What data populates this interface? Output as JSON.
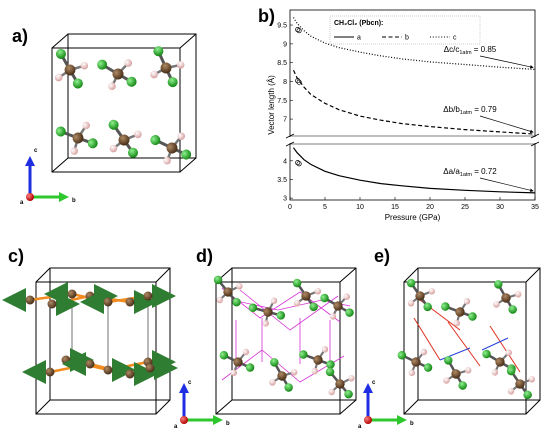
{
  "panels": {
    "a": "a)",
    "b": "b)",
    "c": "c)",
    "d": "d)",
    "e": "e)"
  },
  "axis_letters": {
    "a": "a",
    "b": "b",
    "c": "c"
  },
  "colors": {
    "carbon": "#6b4a2e",
    "chlorine": "#2bb52b",
    "hydrogen": "#f2c9c9",
    "orange_bond": "#f28c1e",
    "magenta_contact": "#d633d6",
    "red_contact": "#e0301e",
    "blue_contact": "#2640d9",
    "arrow_green": "#2e7d32",
    "axis_a": "#e01e1e",
    "axis_b": "#2ec82e",
    "axis_c": "#1e2ee0"
  },
  "chart_data": {
    "type": "line",
    "title": "",
    "legend_title": "CH₂Cl₂ (Pbcn):",
    "legend_placement": "top-left",
    "xlabel": "Pressure (GPa)",
    "ylabel": "Vector length (Å)",
    "xlim": [
      0,
      35
    ],
    "xticks": [
      "0",
      "5",
      "10",
      "15",
      "20",
      "25",
      "30",
      "35"
    ],
    "yticks_upper": [
      "7",
      "7.5",
      "8",
      "8.5",
      "9",
      "9.5"
    ],
    "yticks_lower": [
      "3",
      "3.5",
      "4"
    ],
    "series": [
      {
        "name": "a",
        "style": "solid",
        "x": [
          0.5,
          1,
          2,
          3,
          5,
          7,
          10,
          13,
          16,
          20,
          25,
          30,
          35
        ],
        "y": [
          4.35,
          4.22,
          4.03,
          3.9,
          3.72,
          3.6,
          3.48,
          3.39,
          3.33,
          3.26,
          3.21,
          3.17,
          3.14
        ]
      },
      {
        "name": "b",
        "style": "dashed",
        "x": [
          0.5,
          1,
          2,
          3,
          5,
          7,
          10,
          13,
          16,
          20,
          25,
          30,
          35
        ],
        "y": [
          8.3,
          8.1,
          7.85,
          7.65,
          7.42,
          7.25,
          7.08,
          6.97,
          6.88,
          6.8,
          6.72,
          6.66,
          6.6
        ]
      },
      {
        "name": "c",
        "style": "dotted",
        "x": [
          0.5,
          1,
          2,
          3,
          5,
          7,
          10,
          13,
          16,
          20,
          25,
          30,
          35
        ],
        "y": [
          9.7,
          9.55,
          9.35,
          9.2,
          9.02,
          8.9,
          8.78,
          8.68,
          8.6,
          8.52,
          8.45,
          8.38,
          8.32
        ]
      }
    ],
    "experimental": [
      {
        "series": "a",
        "x": [
          1.1,
          1.3
        ],
        "y": [
          3.95,
          3.92
        ]
      },
      {
        "series": "b",
        "x": [
          1.1,
          1.3
        ],
        "y": [
          8.02,
          7.98
        ]
      },
      {
        "series": "c",
        "x": [
          1.1,
          1.3
        ],
        "y": [
          9.38,
          9.35
        ]
      }
    ],
    "annotations": [
      {
        "text": "Δc/c",
        "sub": "1atm",
        "value": " = 0.85",
        "series": "c"
      },
      {
        "text": "Δb/b",
        "sub": "1atm",
        "value": " = 0.79",
        "series": "b"
      },
      {
        "text": "Δa/a",
        "sub": "1atm",
        "value": " = 0.72",
        "series": "a"
      }
    ]
  }
}
